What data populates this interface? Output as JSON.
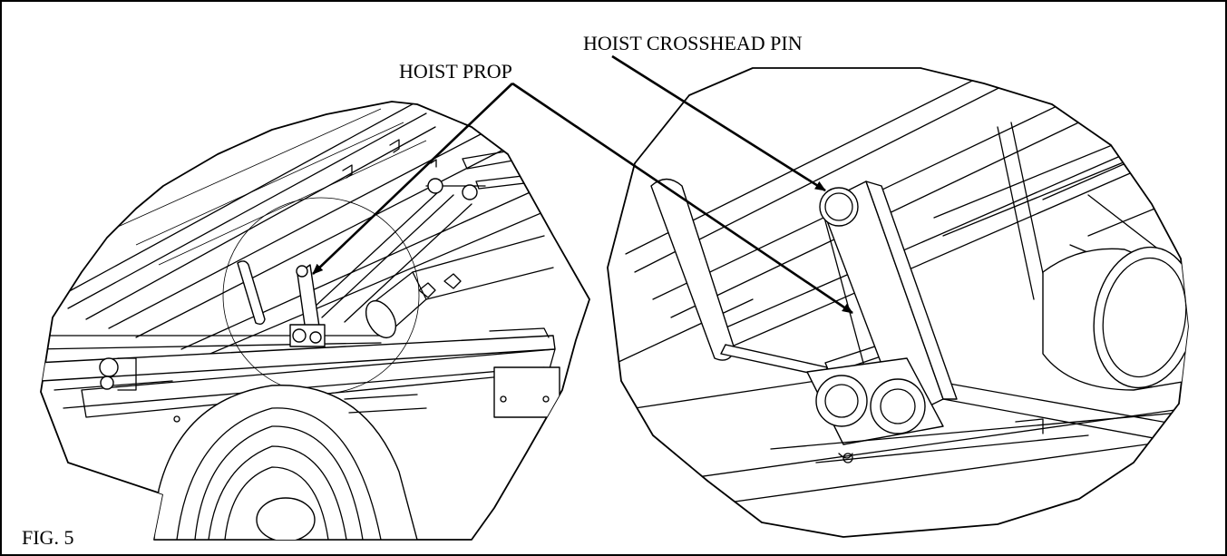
{
  "labels": {
    "hoist_prop": "HOIST PROP",
    "hoist_crosshead_pin": "HOIST CROSSHEAD PIN",
    "figure": "FIG. 5"
  },
  "colors": {
    "line": "#000000",
    "background": "#ffffff"
  }
}
